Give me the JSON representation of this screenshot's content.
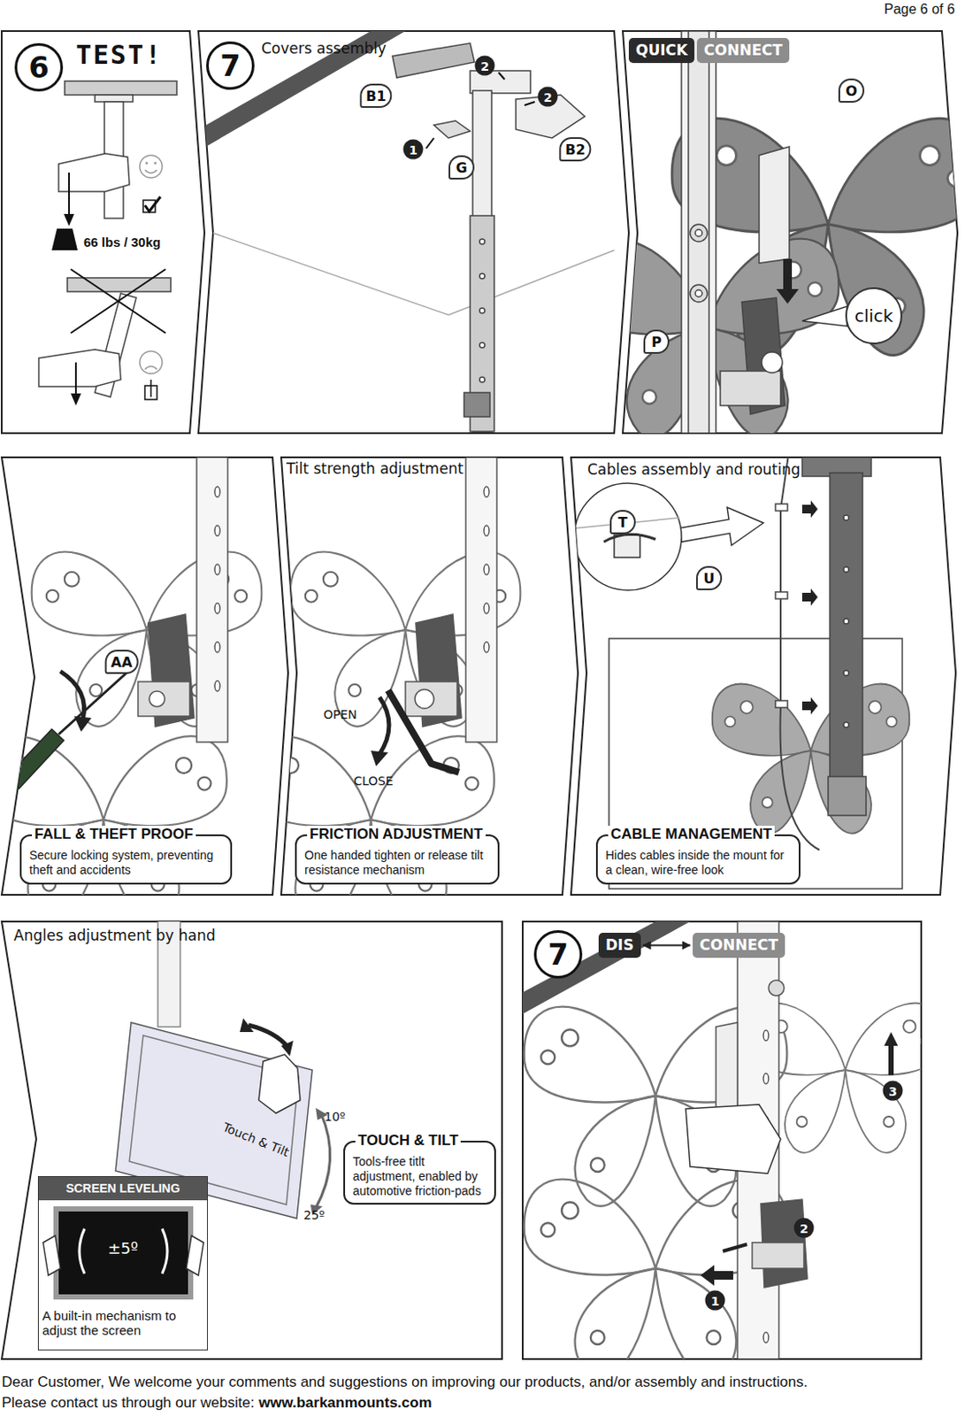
{
  "diagram": {
    "nodes": [
      {
        "text": [
          "6"
        ]
      },
      {
        "text": [
          "7"
        ]
      },
      {
        "text": [
          "2"
        ]
      },
      {
        "text": [
          "B1"
        ]
      },
      {
        "text": [
          "2"
        ]
      },
      {
        "text": [
          "1"
        ]
      },
      {
        "text": [
          "B2"
        ]
      },
      {
        "text": [
          "G"
        ]
      },
      {
        "text": [
          "QUICK"
        ]
      },
      {
        "text": [
          "CONNECT"
        ]
      },
      {
        "text": [
          "O"
        ]
      },
      {
        "text": [
          "click"
        ]
      },
      {
        "text": [
          "P"
        ]
      },
      {
        "text": [
          "AA"
        ]
      },
      {
        "text": [
          "FALL & THEFT PROOF",
          "Secure locking system, preventing theft and accidents"
        ]
      },
      {
        "text": [
          "FRICTION ADJUSTMENT",
          "One handed tighten or release tilt resistance mechanism"
        ]
      },
      {
        "text": [
          "T"
        ]
      },
      {
        "text": [
          "U"
        ]
      },
      {
        "text": [
          "CABLE MANAGEMENT",
          "Hides cables inside the mount for a clean, wire-free look"
        ]
      },
      {
        "text": [
          "TOUCH & TILT",
          "Tools-free titlt adjustment, enabled by automotive friction-pads"
        ]
      },
      {
        "text": [
          "SCREEN LEVELING",
          "±5º",
          "A built-in mechanism to adjust the screen"
        ]
      },
      {
        "text": [
          "7"
        ]
      },
      {
        "text": [
          "DIS"
        ]
      },
      {
        "text": [
          "CONNECT"
        ]
      },
      {
        "text": [
          "3"
        ]
      },
      {
        "text": [
          "2"
        ]
      },
      {
        "text": [
          "1"
        ]
      }
    ],
    "edges": [
      {
        "from": 22,
        "to": 23,
        "arrow": "both"
      }
    ],
    "labels": [
      "Page 6 of 6",
      "TEST!",
      "66 lbs / 30kg",
      "Covers assembly",
      "Tilt strength adjustment",
      "OPEN",
      "CLOSE",
      "Cables assembly and routing",
      "Angles adjustment by hand",
      "Touch & Tilt",
      "10º",
      "25º",
      "Dear Customer, We welcome your comments and suggestions on improving our products, and/or assembly and instructions.",
      "Please contact us through our website:",
      "www.barkanmounts.com"
    ]
  }
}
